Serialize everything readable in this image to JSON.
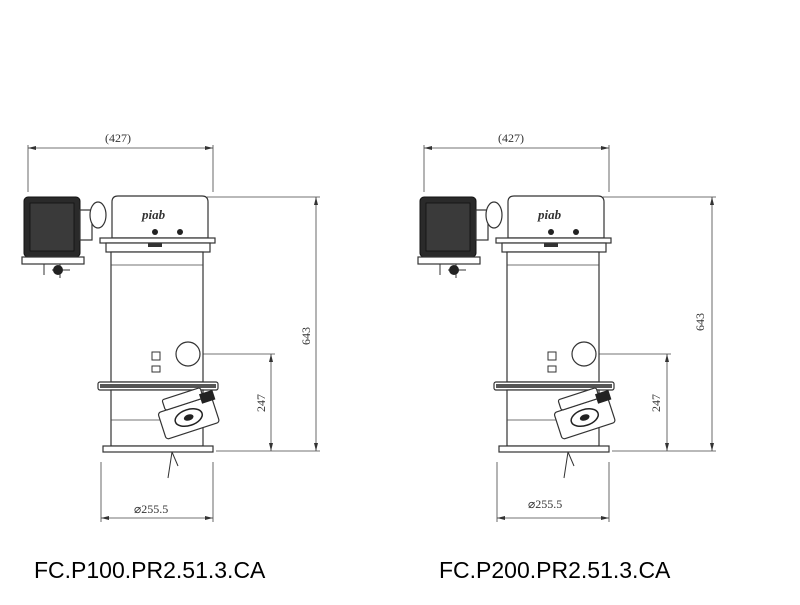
{
  "drawings": [
    {
      "model_code": "FC.P100.PR2.51.3.CA",
      "dim_width": "(427)",
      "dim_height": "643",
      "dim_inlet_height": "247",
      "dim_diameter": "⌀255.5",
      "logo_text": "piab"
    },
    {
      "model_code": "FC.P200.PR2.51.3.CA",
      "dim_width": "(427)",
      "dim_height": "643",
      "dim_inlet_height": "247",
      "dim_diameter": "⌀255.5",
      "logo_text": "piab"
    }
  ]
}
